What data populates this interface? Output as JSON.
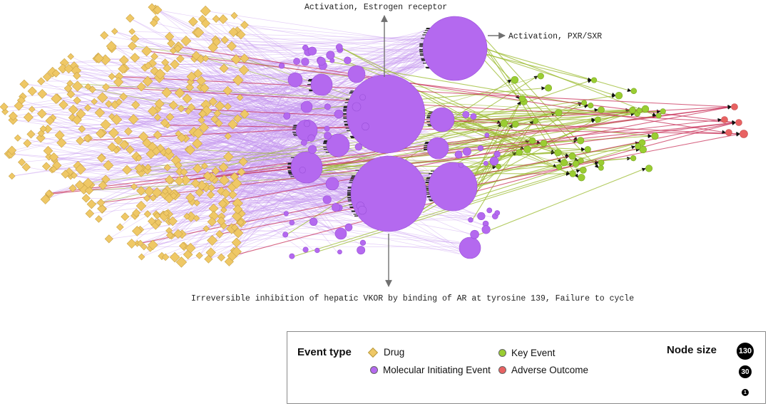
{
  "annotations": {
    "top_center": "Activation, Estrogen receptor",
    "top_right": "Activation, PXR/SXR",
    "bottom": "Irreversible inhibition of hepatic VKOR by binding of AR at tyrosine 139, Failure to cycle"
  },
  "legend": {
    "event_type_title": "Event type",
    "drug": "Drug",
    "mie": "Molecular Initiating Event",
    "key_event": "Key Event",
    "adverse_outcome": "Adverse Outcome",
    "node_size_title": "Node size",
    "size_large": "130",
    "size_medium": "30",
    "size_small": "1"
  },
  "colors": {
    "drug": "#efc866",
    "mie": "#b469ef",
    "key_event": "#9acd32",
    "adverse_outcome": "#e86262",
    "edge_drug_mie": "#c597ef",
    "edge_ke": "#9ab92c",
    "edge_ao": "#c8325a"
  }
}
